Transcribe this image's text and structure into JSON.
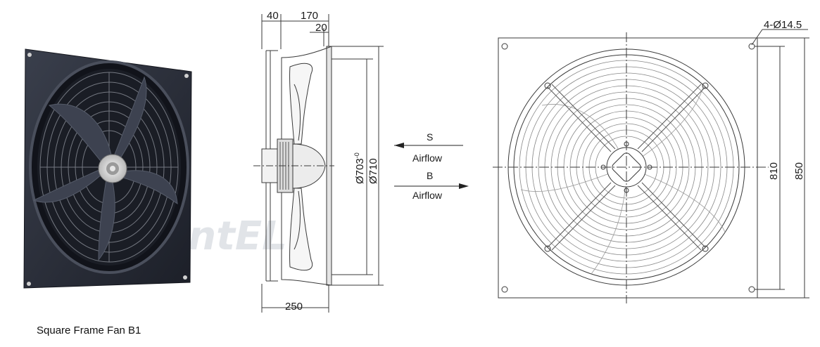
{
  "caption": "Square Frame Fan B1",
  "watermark": "VentEL",
  "side_view": {
    "dim_top_40": "40",
    "dim_top_170": "170",
    "dim_top_20": "20",
    "dim_bottom_250": "250",
    "dia_703": "Ø703",
    "dia_703_tol": "-0",
    "dia_710": "Ø710"
  },
  "airflow": {
    "s_label": "S",
    "s_text": "Airflow",
    "b_label": "B",
    "b_text": "Airflow"
  },
  "front_view": {
    "holes": "4-Ø14.5",
    "dim_810": "810",
    "dim_850": "850"
  },
  "colors": {
    "frame": "#262a35",
    "blade": "#3a3f4b",
    "line": "#1a1a1a",
    "drawing": "#555555"
  }
}
